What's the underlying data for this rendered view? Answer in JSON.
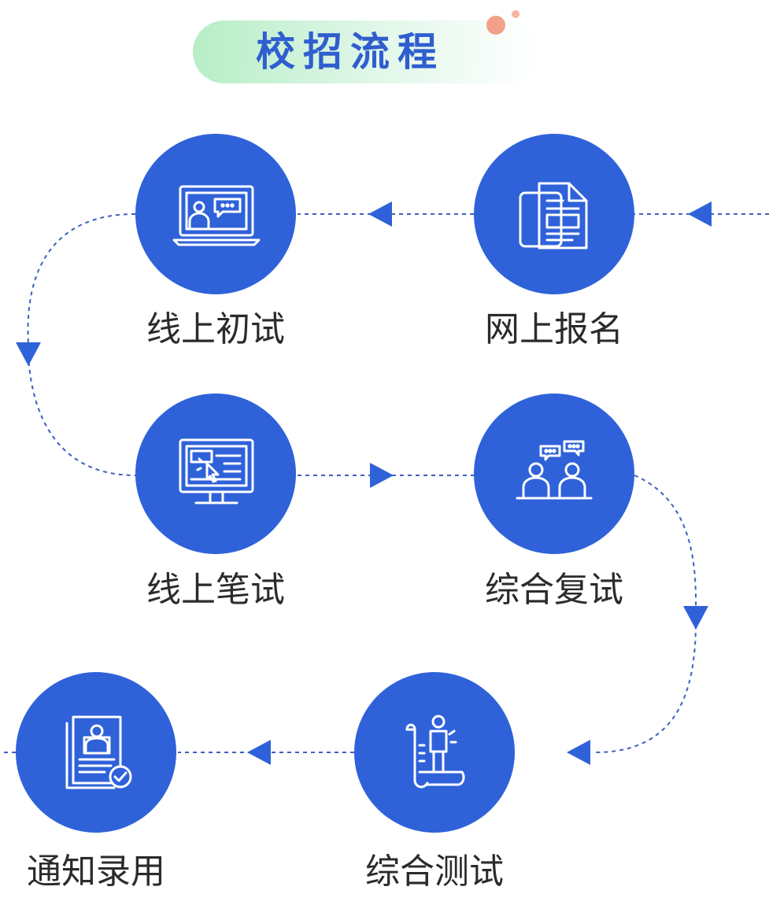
{
  "title": "校招流程",
  "colors": {
    "primary": "#2f62d9",
    "title_text": "#2f5ecf",
    "connector": "#3d5fbf",
    "pill_start": "#b7eec6",
    "accent_dot": "#f2a08a",
    "label_text": "#2b2b2b"
  },
  "steps": [
    {
      "id": "online-registration",
      "label": "网上报名",
      "icon": "documents-icon"
    },
    {
      "id": "online-first-interview",
      "label": "线上初试",
      "icon": "video-interview-icon"
    },
    {
      "id": "online-written-test",
      "label": "线上笔试",
      "icon": "computer-test-icon"
    },
    {
      "id": "comprehensive-second-interview",
      "label": "综合复试",
      "icon": "conversation-icon"
    },
    {
      "id": "comprehensive-test",
      "label": "综合测试",
      "icon": "person-scroll-icon"
    },
    {
      "id": "admission-notice",
      "label": "通知录用",
      "icon": "resume-check-icon"
    }
  ]
}
